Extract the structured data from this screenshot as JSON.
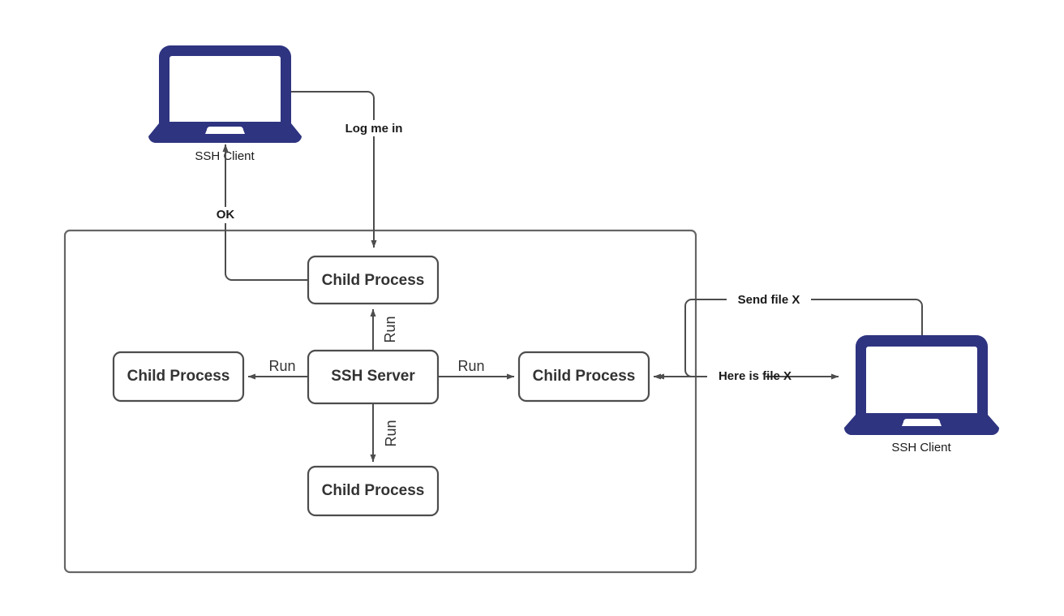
{
  "diagram": {
    "title": "SSH server child process architecture",
    "colors": {
      "laptop": "#2e3480",
      "node_stroke": "#4d4d4d",
      "container_stroke": "#666666",
      "edge": "#4d4d4d",
      "background": "#ffffff",
      "text": "#333333"
    },
    "devices": [
      {
        "id": "client-top",
        "label": "SSH Client",
        "icon": "laptop-icon"
      },
      {
        "id": "client-right",
        "label": "SSH Client",
        "icon": "laptop-icon"
      }
    ],
    "nodes": [
      {
        "id": "child-top",
        "label": "Child Process"
      },
      {
        "id": "child-left",
        "label": "Child Process"
      },
      {
        "id": "ssh-server",
        "label": "SSH Server"
      },
      {
        "id": "child-right",
        "label": "Child Process"
      },
      {
        "id": "child-bottom",
        "label": "Child Process"
      }
    ],
    "container": {
      "id": "server-boundary",
      "label": ""
    },
    "edges": [
      {
        "id": "edge-log-me-in",
        "label": "Log me in",
        "from": "client-top",
        "to": "child-top",
        "style": "bold"
      },
      {
        "id": "edge-ok",
        "label": "OK",
        "from": "child-top",
        "to": "client-top",
        "style": "bold"
      },
      {
        "id": "edge-run-up",
        "label": "Run",
        "from": "ssh-server",
        "to": "child-top",
        "style": "plain",
        "rotated": true
      },
      {
        "id": "edge-run-left",
        "label": "Run",
        "from": "ssh-server",
        "to": "child-left",
        "style": "plain"
      },
      {
        "id": "edge-run-right",
        "label": "Run",
        "from": "ssh-server",
        "to": "child-right",
        "style": "plain"
      },
      {
        "id": "edge-run-down",
        "label": "Run",
        "from": "ssh-server",
        "to": "child-bottom",
        "style": "plain",
        "rotated": true
      },
      {
        "id": "edge-send-file",
        "label": "Send file X",
        "from": "client-right",
        "to": "child-right",
        "style": "bold"
      },
      {
        "id": "edge-here-is-file",
        "label": "Here is file X",
        "from": "child-right",
        "to": "client-right",
        "style": "bold"
      }
    ]
  }
}
